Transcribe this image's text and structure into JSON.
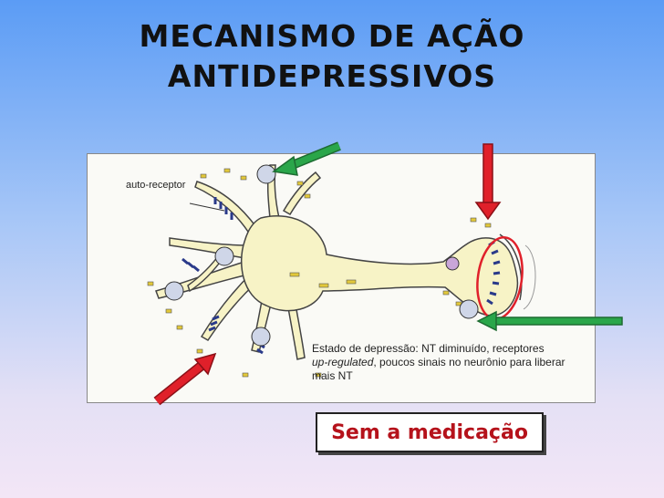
{
  "slide": {
    "title_line1": "MECANISMO DE AÇÃO",
    "title_line2": "ANTIDEPRESSIVOS"
  },
  "figure": {
    "auto_receptor_label": "auto-receptor",
    "caption_line1": "Estado de depressão: NT diminuído, receptores",
    "caption_em": "up-regulated",
    "caption_line2_rest": ", poucos sinais no neurônio para liberar",
    "caption_line3": "mais NT"
  },
  "badge": {
    "label": "Sem a medicação"
  },
  "colors": {
    "arrow_green": "#2aa64a",
    "arrow_red": "#e0202a",
    "neuron_fill": "#f7f3c6",
    "receptor": "#2a3a8a",
    "highlight_ellipse": "#e0202a",
    "badge_text": "#b5121b"
  }
}
